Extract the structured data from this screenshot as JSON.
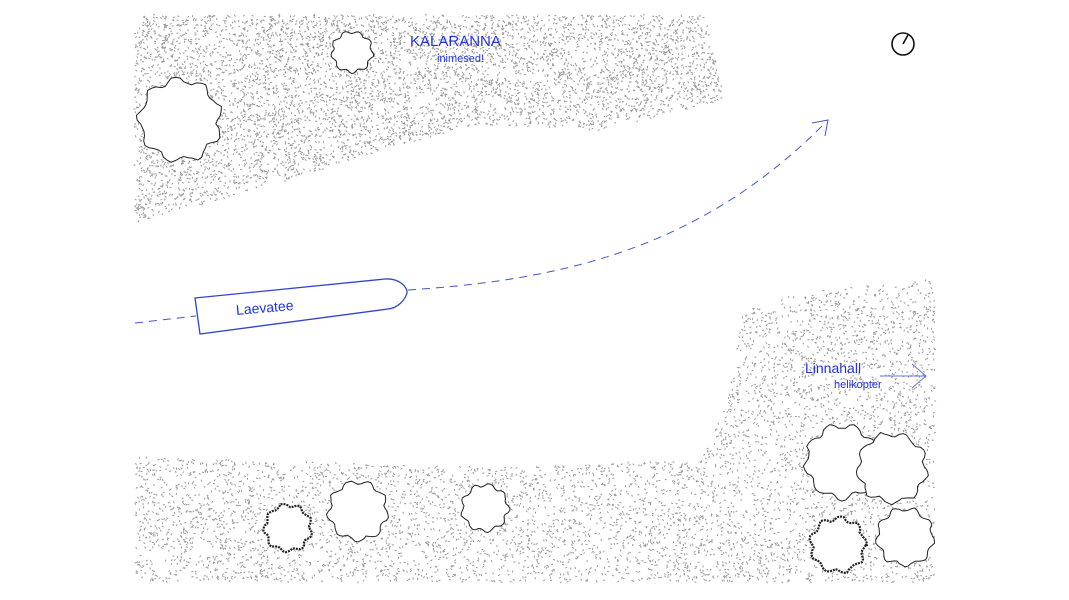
{
  "labels": {
    "kalaranna": "KALARANNA",
    "kalaranna_sub": "inimesed!",
    "linnahall": "Linnahall",
    "linnahall_sub": "helikopter",
    "ship": "Laevatee"
  },
  "icons": {
    "clock": "clock-icon",
    "arrow": "arrow-right-icon"
  },
  "colors": {
    "accent": "#2233dd",
    "stipple": "#9a9a9a",
    "tree": "#222222"
  }
}
